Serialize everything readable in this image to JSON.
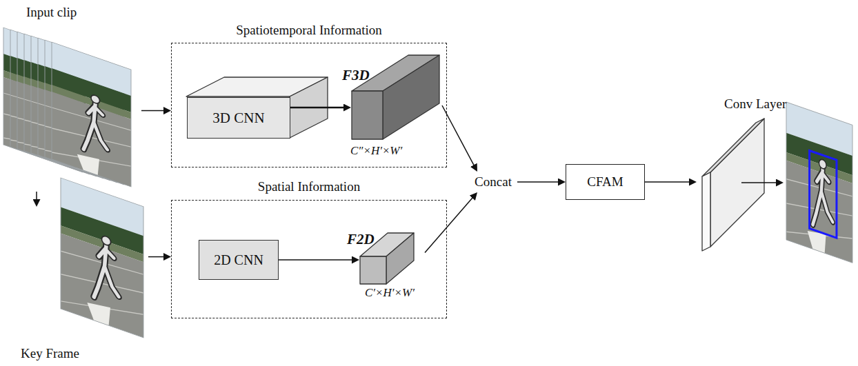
{
  "diagram": {
    "nodes": [
      {
        "text": [
          "Input clip"
        ]
      },
      {
        "text": [
          "Spatiotemporal Information"
        ]
      },
      {
        "text": [
          "3D CNN"
        ],
        "in": 1
      },
      {
        "text": [
          "F3D",
          "C″×H′×W′"
        ],
        "in": 1
      },
      {
        "text": [
          "Key Frame"
        ]
      },
      {
        "text": [
          "Spatial Information"
        ]
      },
      {
        "text": [
          "2D CNN"
        ],
        "in": 5
      },
      {
        "text": [
          "F2D",
          "C′×H′×W′"
        ],
        "in": 5
      },
      {
        "text": [
          "Concat"
        ]
      },
      {
        "text": [
          "CFAM"
        ]
      },
      {
        "text": [
          "Conv Layer"
        ]
      }
    ],
    "edges": [
      {
        "from": 0,
        "to": 1,
        "arrow": "to"
      },
      {
        "from": 0,
        "to": 4,
        "arrow": "to"
      },
      {
        "from": 4,
        "to": 5,
        "arrow": "to"
      },
      {
        "from": 2,
        "to": 3,
        "arrow": "to"
      },
      {
        "from": 3,
        "to": 8,
        "arrow": "to"
      },
      {
        "from": 6,
        "to": 7,
        "arrow": "to"
      },
      {
        "from": 7,
        "to": 8,
        "arrow": "to"
      },
      {
        "from": 8,
        "to": 9,
        "arrow": "to"
      },
      {
        "from": 9,
        "to": 10,
        "arrow": "to"
      }
    ]
  }
}
